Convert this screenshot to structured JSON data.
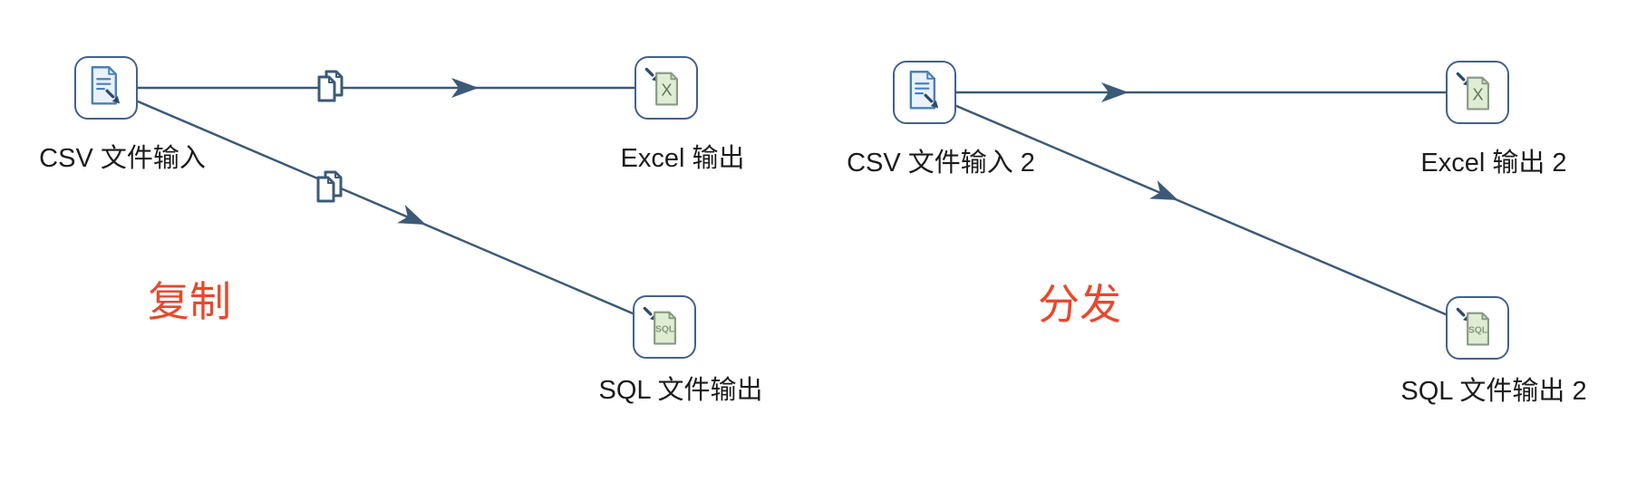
{
  "canvas": {
    "background": "#ffffff"
  },
  "colors": {
    "hop_line": "#3c5a77",
    "node_border": "#43618a",
    "label_text": "#1c1c1e",
    "annotation_red": "#e8482c",
    "csv_doc_stroke": "#4a80b8",
    "csv_doc_fill": "#e9f1fa",
    "green_doc_fill": "#dfeed3",
    "green_doc_stroke": "#8a9b85",
    "io_arrow": "#2e4a66"
  },
  "icon_glyphs": {
    "excel": "X",
    "sql": "SQL"
  },
  "flows": [
    {
      "annotation": "复制",
      "copy_icons_on_hops": true,
      "nodes": [
        {
          "label": "CSV 文件输入",
          "type": "csv-file-input"
        },
        {
          "label": "Excel 输出",
          "type": "excel-output"
        },
        {
          "label": "SQL 文件输出",
          "type": "sql-file-output"
        }
      ]
    },
    {
      "annotation": "分发",
      "copy_icons_on_hops": false,
      "nodes": [
        {
          "label": "CSV 文件输入 2",
          "type": "csv-file-input"
        },
        {
          "label": "Excel 输出 2",
          "type": "excel-output"
        },
        {
          "label": "SQL 文件输出 2",
          "type": "sql-file-output"
        }
      ]
    }
  ]
}
